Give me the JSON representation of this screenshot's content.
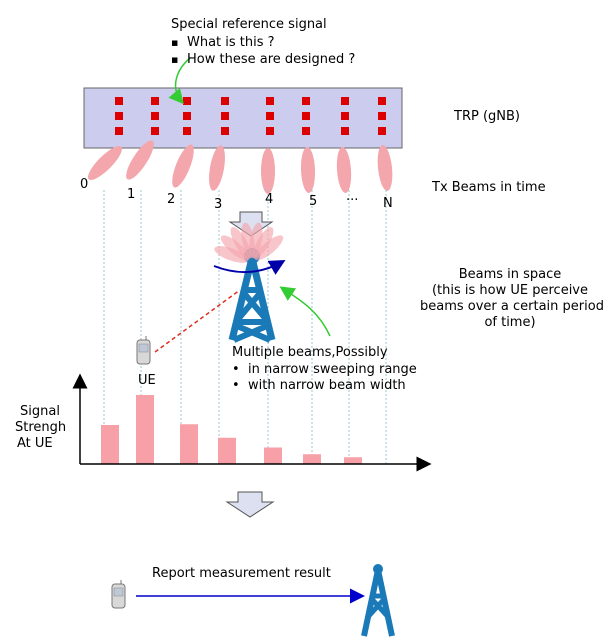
{
  "reference_signal": {
    "title": "Special reference signal",
    "bullets": [
      "What is this ?",
      "How these are designed ?"
    ]
  },
  "trp_label": "TRP (gNB)",
  "tx_beams_label": "Tx Beams in time",
  "beam_indices": [
    "0",
    "1",
    "2",
    "3",
    "4",
    "5",
    "...",
    "N"
  ],
  "beams_in_space": {
    "title": "Beams in space",
    "lines": [
      "(this is how UE perceive",
      "beams over a certain period",
      "of time)"
    ]
  },
  "multiple_beams": {
    "title": "Multiple beams,Possibly",
    "bullets": [
      "in narrow sweeping range",
      "with narrow beam width"
    ]
  },
  "ue_label": "UE",
  "signal_label": [
    "Signal",
    "Strengh",
    "At UE"
  ],
  "report_label": "Report measurement result",
  "signal_strength_bars": [
    0.52,
    0.92,
    0.53,
    0.35,
    0.22,
    0.13,
    0.09
  ],
  "colors": {
    "trp_fill": "#ccccee",
    "rs_red": "#dd0000",
    "beam_pink": "#f4a6ad",
    "bar_pink": "#f7a0a8",
    "arrow_green": "#33cc33",
    "tower_blue": "#1a7ab8",
    "report_arrow": "#0000cc",
    "sweep_arrow": "#0000aa",
    "down_arrow_fill": "#dde0f0"
  }
}
